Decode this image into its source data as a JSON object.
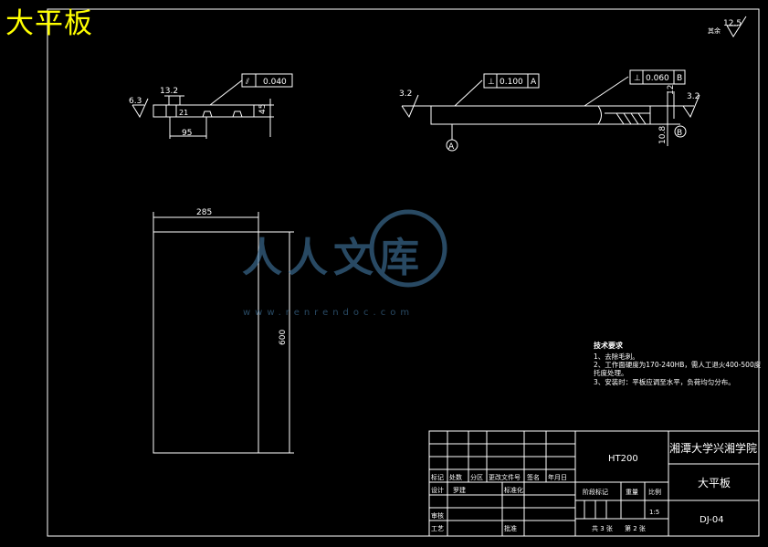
{
  "drawing_title": "大平板",
  "surface_finish": {
    "label": "其余",
    "value": "12.5"
  },
  "side_view": {
    "roughness": "6.3",
    "dim_top": "13.2",
    "dim_small": "21",
    "dim_bottom": "95",
    "dim_height": "45",
    "tolerance_symbol": "⫽",
    "tolerance_value": "0.040"
  },
  "front_view": {
    "roughness_left": "3.2",
    "roughness_right": "3.2",
    "fcf_1_symbol": "⊥",
    "fcf_1_value": "0.100",
    "fcf_1_datum": "A",
    "fcf_2_symbol": "⊥",
    "fcf_2_value": "0.060",
    "fcf_2_datum": "B",
    "dim_12": "12",
    "dim_10_8": "10.8",
    "datum_a": "A",
    "datum_b": "B"
  },
  "plan_view": {
    "dim_width": "285",
    "dim_length": "600"
  },
  "watermark": {
    "text": "人人文库",
    "url": "www.renrendoc.com"
  },
  "tech_requirements": {
    "heading": "技术要求",
    "items": [
      "1、去除毛刺。",
      "2、工作面硬度为170-240HB，需人工退火400-500度",
      "    托度处理。",
      "3、安装时：平板应调至水平，负荷均匀分布。"
    ]
  },
  "title_block": {
    "material": "HT200",
    "school": "湘潭大学兴湘学院",
    "part_name": "大平板",
    "drawing_no": "DJ-04",
    "scale": "1:5",
    "sheets_total": "共 3 张",
    "sheet_no": "第 2 张",
    "headers": [
      "标记",
      "处数",
      "分区",
      "更改文件号",
      "签名",
      "年月日"
    ],
    "design_label": "设计",
    "designer": "罗建",
    "standardize_label": "标准化",
    "review_label": "审核",
    "process_label": "工艺",
    "approve_label": "批准",
    "stage_label": "阶段标记",
    "weight_label": "重量",
    "scale_label": "比例"
  }
}
